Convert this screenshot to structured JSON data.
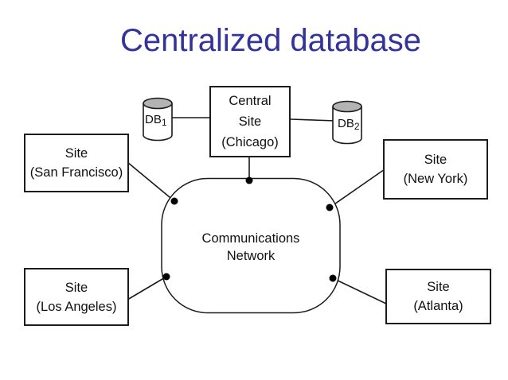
{
  "title": "Centralized database",
  "central_site": {
    "line1": "Central",
    "line2": "Site",
    "line3": "(Chicago)"
  },
  "databases": {
    "db1": {
      "name": "DB",
      "subscript": "1"
    },
    "db2": {
      "name": "DB",
      "subscript": "2"
    }
  },
  "network": {
    "line1": "Communications",
    "line2": "Network"
  },
  "sites": [
    {
      "line1": "Site",
      "line2": "(San Francisco)"
    },
    {
      "line1": "Site",
      "line2": "(New York)"
    },
    {
      "line1": "Site",
      "line2": "(Los Angeles)"
    },
    {
      "line1": "Site",
      "line2": "(Atlanta)"
    }
  ],
  "colors": {
    "title_text": "#333399",
    "diagram_stroke": "#1a1a1a",
    "cylinder_top_fill": "#b3b3b3",
    "node_dot": "#000000",
    "background": "#ffffff"
  }
}
